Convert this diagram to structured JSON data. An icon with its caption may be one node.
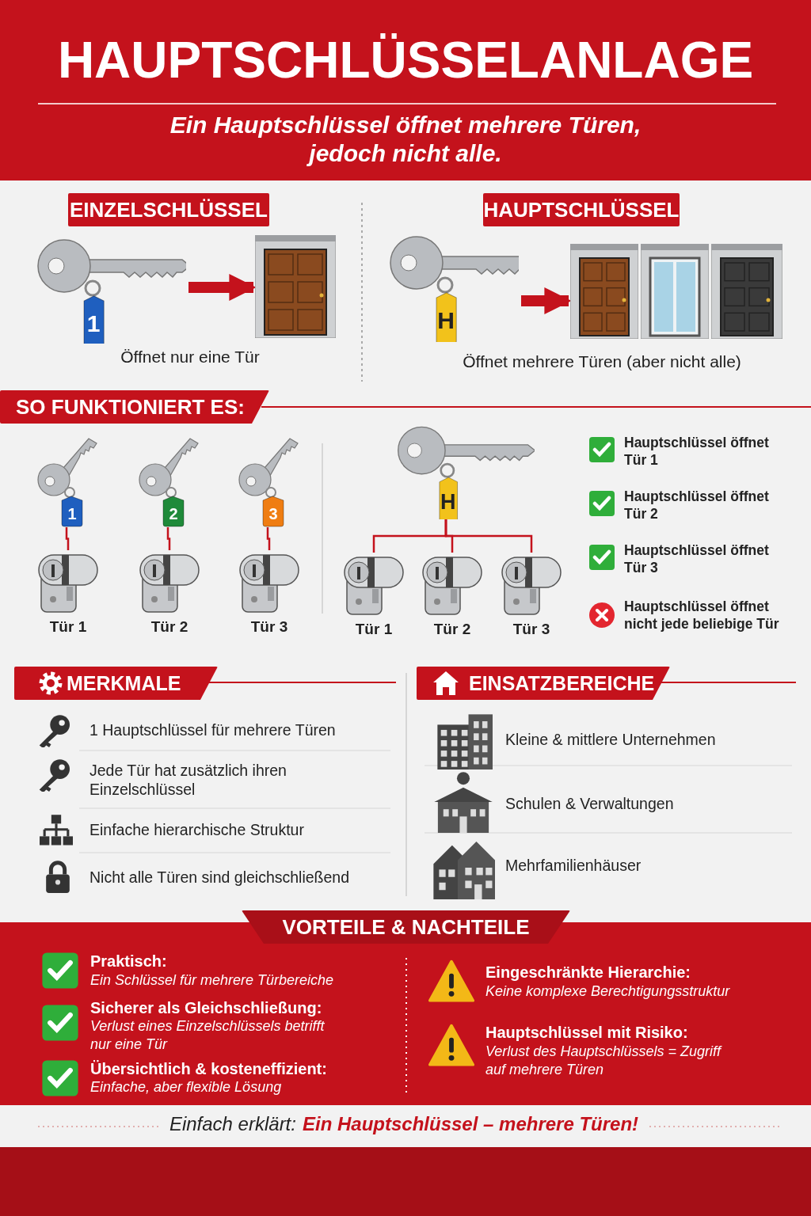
{
  "diagram": {
    "title": "HAUPTSCHLÜSSELANLAGE",
    "nodes": [
      {
        "text": [
          "1"
        ]
      },
      {
        "text": [],
        "shape": "picture"
      },
      {
        "text": [
          "H"
        ]
      },
      {
        "text": [],
        "shape": "picture"
      },
      {
        "text": [],
        "shape": "picture"
      },
      {
        "text": [],
        "shape": "picture"
      },
      {
        "text": [
          "1"
        ]
      },
      {
        "text": [
          "2"
        ]
      },
      {
        "text": [
          "3"
        ]
      },
      {
        "text": [],
        "shape": "picture",
        "beside": [
          "Tür 1"
        ]
      },
      {
        "text": [],
        "shape": "picture",
        "beside": [
          "Tür 2"
        ]
      },
      {
        "text": [],
        "shape": "picture",
        "beside": [
          "Tür 3"
        ]
      },
      {
        "text": [
          "H"
        ]
      },
      {
        "text": [],
        "shape": "picture",
        "beside": [
          "Tür 1"
        ]
      },
      {
        "text": [],
        "shape": "picture",
        "beside": [
          "Tür 2"
        ]
      },
      {
        "text": [],
        "shape": "picture",
        "beside": [
          "Tür 3"
        ]
      }
    ],
    "edges": [
      {
        "from": 0,
        "to": 1,
        "arrow": "to",
        "style": "thick"
      },
      {
        "from": 2,
        "to": 3,
        "arrow": "to",
        "style": "thick"
      },
      {
        "from": 6,
        "to": 9,
        "arrow": "none"
      },
      {
        "from": 7,
        "to": 10,
        "arrow": "none"
      },
      {
        "from": 8,
        "to": 11,
        "arrow": "none"
      },
      {
        "from": 12,
        "to": 13,
        "arrow": "none"
      },
      {
        "from": 12,
        "to": 14,
        "arrow": "none"
      },
      {
        "from": 12,
        "to": 15,
        "arrow": "none"
      }
    ],
    "labels": [
      "Ein Hauptschlüssel öffnet mehrere Türen, jedoch nicht alle.",
      "EINZELSCHLÜSSEL",
      "HAUPTSCHLÜSSEL",
      "Öffnet nur eine Tür",
      "Öffnet mehrere Türen (aber nicht alle)",
      "SO FUNKTIONIERT ES:",
      "Hauptschlüssel öffnet Tür 1",
      "Hauptschlüssel öffnet Tür 2",
      "Hauptschlüssel öffnet Tür 3",
      "Hauptschlüssel öffnet nicht jede beliebige Tür",
      "MERKMALE",
      "1 Hauptschlüssel für mehrere Türen",
      "Jede Tür hat zusätzlich ihren Einzelschlüssel",
      "Einfache hierarchische Struktur",
      "Nicht alle Türen sind gleichschließend",
      "EINSATZBEREICHE",
      "Kleine & mittlere Unternehmen",
      "Schulen & Verwaltungen",
      "Mehrfamilienhäuser",
      "VORTEILE & NACHTEILE",
      "Praktisch:",
      "Ein Schlüssel für mehrere Türbereiche",
      "Sicherer als Gleichschließung:",
      "Verlust eines Einzelschlüssels betrifft nur eine Tür",
      "Übersichtlich & kosteneffizient:",
      "Einfache, aber flexible Lösung",
      "Eingeschränkte Hierarchie:",
      "Keine komplexe Berechtigungsstruktur",
      "Hauptschlüssel mit Risiko:",
      "Verlust des Hauptschlüssels = Zugriff auf mehrere Türen",
      "Einfach erklärt:",
      "Ein Hauptschlüssel – mehrere Türen!"
    ]
  }
}
